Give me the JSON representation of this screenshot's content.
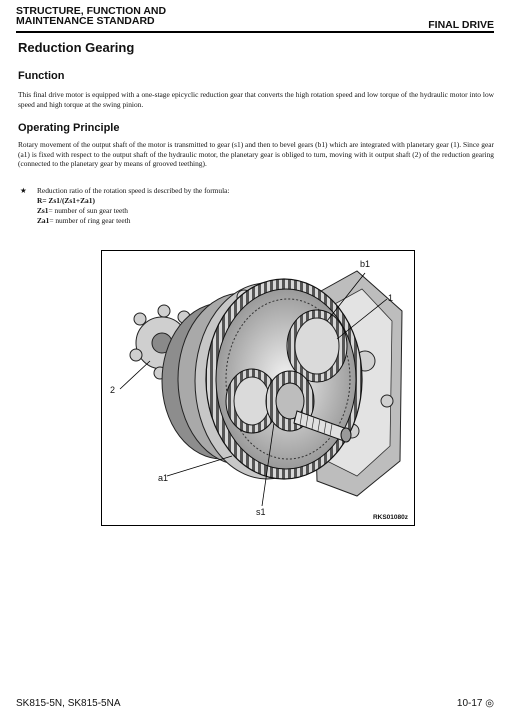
{
  "header": {
    "left_line1": "STRUCTURE, FUNCTION AND",
    "left_line2": "MAINTENANCE STANDARD",
    "right": "FINAL DRIVE"
  },
  "title": "Reduction Gearing",
  "function": {
    "heading": "Function",
    "text": "This final drive motor is equipped with a one-stage epicyclic reduction gear that converts the high rotation speed and low torque of the hydraulic motor into low speed and high torque at the swing pinion."
  },
  "operating": {
    "heading": "Operating Principle",
    "text": "Rotary movement of the output shaft of the motor is transmitted to gear (s1) and then to bevel gears (b1) which are integrated with planetary gear (1). Since gear (a1) is fixed with respect to the output shaft of the hydraulic motor, the planetary gear is obliged to turn, moving with it output shaft (2) of the reduction gearing (connected to the planetary gear by means of grooved teething).",
    "bullet": "Reduction ratio of the rotation speed is described by the formula:",
    "formula": "R= Zs1/(Zs1+Za1)",
    "def1_sym": "Zs1",
    "def1_text": "= number of sun gear teeth",
    "def2_sym": "Za1",
    "def2_text": "= number of ring gear teeth"
  },
  "figure": {
    "labels": {
      "b1": "b1",
      "one": "1",
      "two": "2",
      "a1": "a1",
      "s1": "s1"
    },
    "code": "RKS01080z"
  },
  "footer": {
    "left": "SK815-5N, SK815-5NA",
    "right": "10-17 ◎"
  }
}
